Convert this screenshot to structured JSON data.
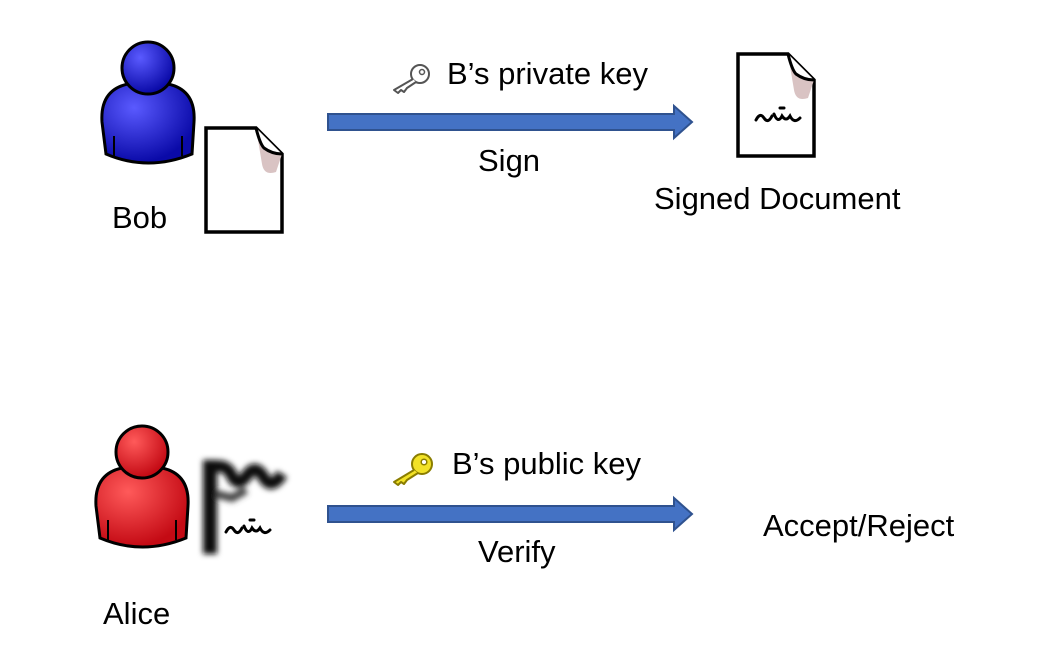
{
  "sign_row": {
    "person_label": "Bob",
    "person_color": "#1a1acc",
    "key_label": "B’s private key",
    "key_color": "#ffffff",
    "action_label": "Sign",
    "result_label": "Signed Document",
    "icons": [
      "person-icon",
      "document-icon",
      "key-icon",
      "arrow-right-icon",
      "signed-document-icon"
    ]
  },
  "verify_row": {
    "person_label": "Alice",
    "person_color": "#e0101e",
    "key_label": "B’s public key",
    "key_color": "#f2e227",
    "action_label": "Verify",
    "result_label": "Accept/Reject",
    "icons": [
      "person-icon",
      "signature-icon",
      "key-icon",
      "arrow-right-icon"
    ]
  },
  "arrow_color": "#4472c4"
}
